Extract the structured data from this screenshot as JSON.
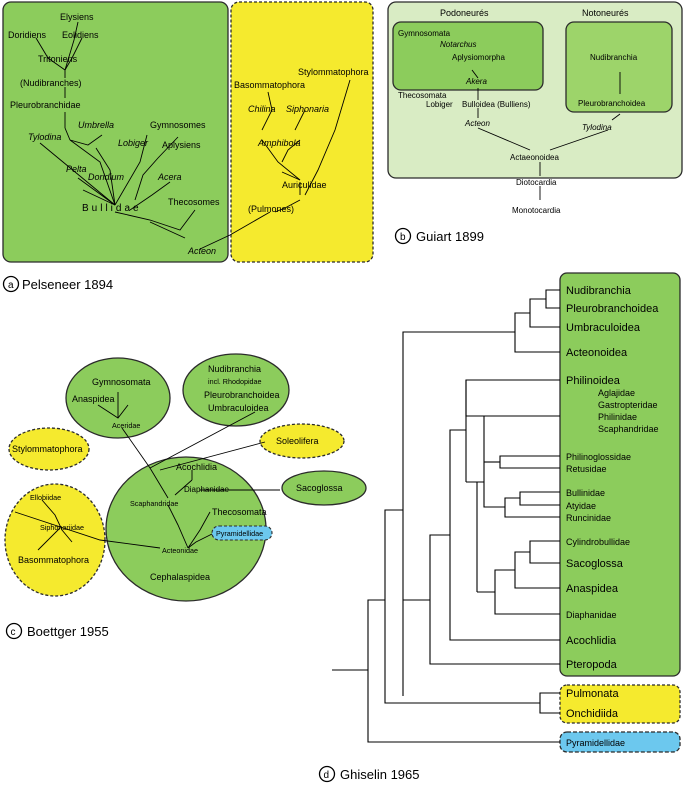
{
  "colors": {
    "green": "#8ccc5c",
    "green_light": "#d9ecc4",
    "green_mid": "#9dd46a",
    "yellow": "#f5ea2e",
    "blue": "#6cc8ee",
    "outline": "#2b2b2b"
  },
  "panel_a": {
    "letter": "a",
    "caption": "Pelseneer 1894",
    "nodes": {
      "elysiens": "Elysiens",
      "doridiens": "Doridiens",
      "eolidiens": "Eolidiens",
      "tritoniens": "Tritoniens",
      "nudibranches": "(Nudibranches)",
      "pleurobranchidae": "Pleurobranchidae",
      "tylodina": "Tylodina",
      "umbrella": "Umbrella",
      "gymnosomes": "Gymnosomes",
      "aplysiens": "Aplysiens",
      "lobiger": "Lobiger",
      "pelta": "Pelta",
      "doridium": "Doridium",
      "acera": "Acera",
      "bullidae": "Bullidae",
      "thecosomes": "Thecosomes",
      "acteon": "Acteon",
      "basommatophora": "Basommatophora",
      "stylommatophora": "Stylommatophora",
      "chilina": "Chilina",
      "siphonaria": "Siphonaria",
      "amphibola": "Amphibola",
      "auriculidae": "Auriculidae",
      "pulmones": "(Pulmones)"
    }
  },
  "panel_b": {
    "letter": "b",
    "caption": "Guiart 1899",
    "nodes": {
      "podoneures": "Podoneurés",
      "notoneures": "Notoneurés",
      "gymnosomata": "Gymnosomata",
      "notarchus": "Notarchus",
      "aplysiomorpha": "Aplysiomorpha",
      "akera": "Akera",
      "nudibranchia": "Nudibranchia",
      "pleurobranchoidea": "Pleurobranchoidea",
      "thecosomata": "Thecosomata",
      "lobiger": "Lobiger",
      "bulloidea": "Bulloidea (Bulliens)",
      "acteon": "Acteon",
      "tylodina": "Tylodina",
      "actaeonoidea": "Actaeonoidea",
      "diotocardia": "Diotocardia",
      "monotocardia": "Monotocardia"
    }
  },
  "panel_c": {
    "letter": "c",
    "caption": "Boettger 1955",
    "nodes": {
      "gymnosomata": "Gymnosomata",
      "anaspidea": "Anaspidea",
      "aceridae": "Aceridae",
      "nudibranchia": "Nudibranchia",
      "rhodopidae": "incl. Rhodopidae",
      "pleurobranchoidea": "Pleurobranchoidea",
      "umbraculoidea": "Umbraculoidea",
      "stylommatophora": "Stylommatophora",
      "soleolifera": "Soleolifera",
      "sacoglossa": "Sacoglossa",
      "acochlidia": "Acochlidia",
      "diaphanidae": "Diaphanidae",
      "scaphandridae": "Scaphandridae",
      "thecosomata": "Thecosomata",
      "pyramidellidae": "Pyramidellidae",
      "ellobiidae": "Ellobiidae",
      "siphonariidae": "Siphonariidae",
      "acteonidae": "Acteonidae",
      "basommatophora": "Basommatophora",
      "cephalaspidea": "Cephalaspidea"
    }
  },
  "panel_d": {
    "letter": "d",
    "caption": "Ghiselin 1965",
    "nodes": {
      "nudibranchia": "Nudibranchia",
      "pleurobranchoidea": "Pleurobranchoidea",
      "umbraculoidea": "Umbraculoidea",
      "acteonoidea": "Acteonoidea",
      "philinoidea": "Philinoidea",
      "aglajidae": "Aglajidae",
      "gastropteridae": "Gastropteridae",
      "philinidae": "Philinidae",
      "scaphandridae": "Scaphandridae",
      "philinoglossidae": "Philinoglossidae",
      "retusidae": "Retusidae",
      "bullinidae": "Bullinidae",
      "atyidae": "Atyidae",
      "runcinidae": "Runcinidae",
      "cylindrobullidae": "Cylindrobullidae",
      "sacoglossa": "Sacoglossa",
      "anaspidea": "Anaspidea",
      "diaphanidae": "Diaphanidae",
      "acochlidia": "Acochlidia",
      "pteropoda": "Pteropoda",
      "pulmonata": "Pulmonata",
      "onchidiida": "Onchidiida",
      "pyramidellidae": "Pyramidellidae"
    }
  }
}
